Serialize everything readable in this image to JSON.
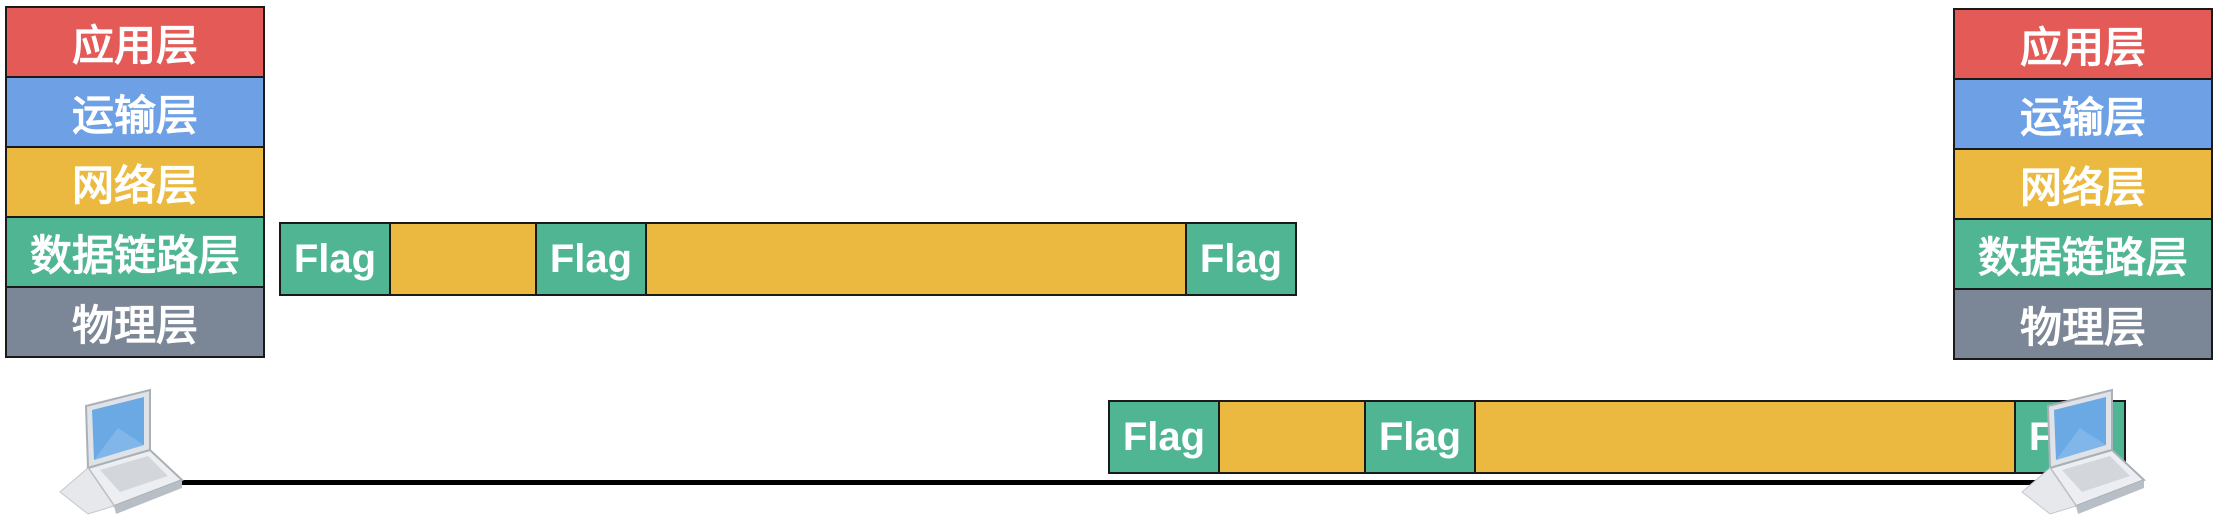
{
  "layers": [
    "应用层",
    "运输层",
    "网络层",
    "数据链路层",
    "物理层"
  ],
  "layer_colors": [
    "#e35a57",
    "#6da0e4",
    "#ebb940",
    "#4fb593",
    "#7b8796"
  ],
  "frame_segments": [
    {
      "type": "flag",
      "label": "Flag"
    },
    {
      "type": "payload",
      "label": ""
    },
    {
      "type": "flag",
      "label": "Flag"
    },
    {
      "type": "payload",
      "label": ""
    },
    {
      "type": "flag",
      "label": "Flag"
    }
  ],
  "colors": {
    "flag": "#4fb593",
    "payload": "#ebb940",
    "link": "#000000"
  },
  "icons": [
    "laptop-icon",
    "laptop-icon"
  ]
}
